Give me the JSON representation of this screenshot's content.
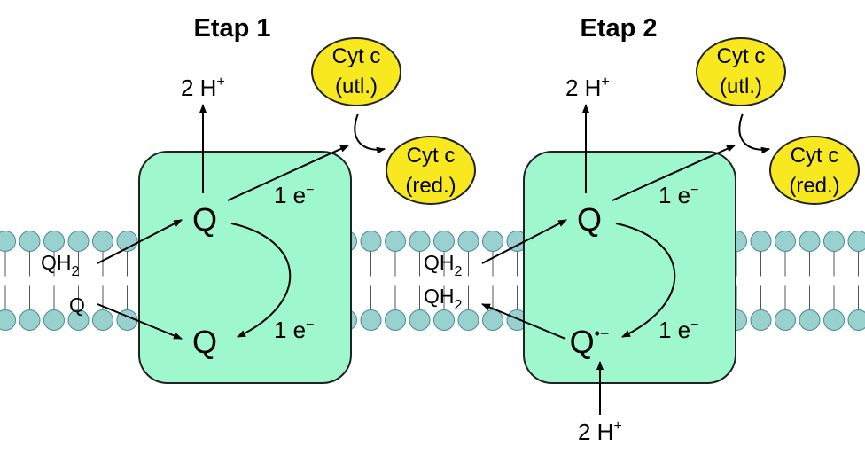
{
  "colors": {
    "complex_fill": "#9ff7cd",
    "cytc_fill": "#f8e81f",
    "lipid_head": "#99d0d0"
  },
  "icons": {
    "reaction_arrow": "arrow-icon",
    "curved_transfer": "curved-arrow-icon"
  },
  "stages": [
    {
      "title": "Etap 1",
      "proton_top": {
        "text": "2 H",
        "sup": "+"
      },
      "cytc_ox": {
        "line1": "Cyt c",
        "line2": "(utl.)"
      },
      "cytc_red": {
        "line1": "Cyt c",
        "line2": "(red.)"
      },
      "q_top": "Q",
      "q_bottom": "Q",
      "electron_top": "1 e",
      "electron_bottom": "1 e",
      "electron_sup": "−",
      "left_top": {
        "text": "QH",
        "sub": "2"
      },
      "left_bottom": {
        "text": "Q"
      }
    },
    {
      "title": "Etap 2",
      "proton_top": {
        "text": "2 H",
        "sup": "+"
      },
      "cytc_ox": {
        "line1": "Cyt c",
        "line2": "(utl.)"
      },
      "cytc_red": {
        "line1": "Cyt c",
        "line2": "(red.)"
      },
      "q_top": "Q",
      "q_bottom": "Q",
      "q_bottom_radical": "•−",
      "electron_top": "1 e",
      "electron_bottom": "1 e",
      "electron_sup": "−",
      "left_top": {
        "text": "QH",
        "sub": "2"
      },
      "left_bottom": {
        "text": "QH",
        "sub": "2"
      },
      "proton_bottom": {
        "text": "2 H",
        "sup": "+"
      }
    }
  ]
}
